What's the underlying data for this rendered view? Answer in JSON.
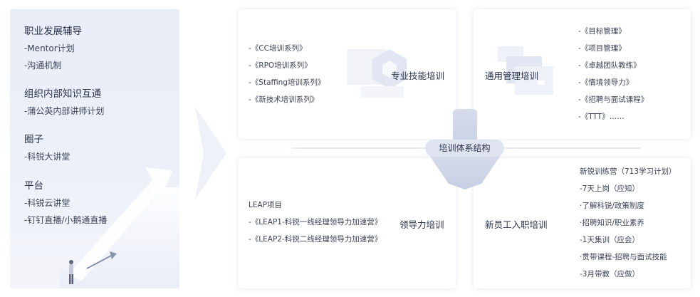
{
  "left_panel": {
    "groups": [
      {
        "title": "职业发展辅导",
        "items": [
          "-Mentor计划",
          "-沟通机制"
        ]
      },
      {
        "title": "组织内部知识互通",
        "items": [
          "-蒲公英内部讲师计划"
        ]
      },
      {
        "title": "圈子",
        "items": [
          "-科锐大讲堂"
        ]
      },
      {
        "title": "平台",
        "items": [
          "-科锐云讲堂",
          "-钉钉直播/小鹅通直播"
        ]
      }
    ]
  },
  "center": {
    "label": "培训体系结构"
  },
  "cards": {
    "professional_skills": {
      "title": "专业技能培训",
      "items": [
        "-《CC培训系列》",
        "-《RPO培训系列》",
        "-《Staffing培训系列》",
        "-《新技术培训系列》"
      ]
    },
    "general_management": {
      "title": "通用管理培训",
      "items": [
        "-《目标管理》",
        "-《项目管理》",
        "-《卓越团队教练》",
        "-《情境领导力》",
        "-《招聘与面试课程》",
        "-《TTT》……"
      ]
    },
    "leadership": {
      "title": "领导力培训",
      "items": [
        "LEAP项目",
        "-《LEAP1-科锐一线经理领导力加速营》",
        "-《LEAP2-科锐二线经理领导力加速营》"
      ]
    },
    "new_hire": {
      "title": "新员工入职培训",
      "items": [
        "新锐训练营（713学习计划）",
        "-7天上岗（应知）",
        "·了解科锐/政策制度",
        "·招聘知识/职业素养",
        "-1天集训（应会）",
        "·贯带课程-招聘与面试技能",
        "-3月带教（应做）"
      ]
    }
  },
  "colors": {
    "panel_bg": "#e9edf8",
    "accent": "#c9d1e6",
    "text_dark": "#28324a"
  }
}
